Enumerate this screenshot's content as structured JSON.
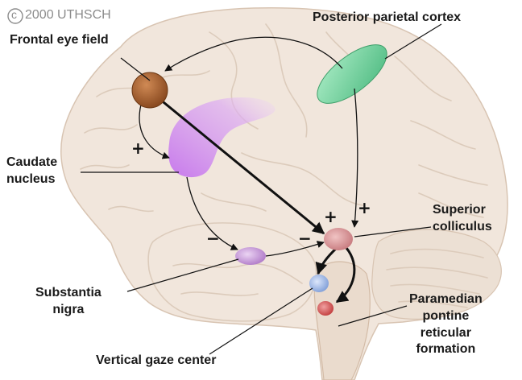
{
  "copyright": {
    "symbol": "c",
    "text": "2000 UTHSCH"
  },
  "labels": {
    "frontal_eye_field": "Frontal eye field",
    "posterior_parietal_cortex": "Posterior parietal cortex",
    "caudate_nucleus_line1": "Caudate",
    "caudate_nucleus_line2": "nucleus",
    "superior_colliculus_line1": "Superior",
    "superior_colliculus_line2": "colliculus",
    "substantia_nigra_line1": "Substantia",
    "substantia_nigra_line2": "nigra",
    "vertical_gaze_center": "Vertical gaze center",
    "pprf_line1": "Paramedian",
    "pprf_line2": "pontine",
    "pprf_line3": "reticular",
    "pprf_line4": "formation"
  },
  "signs": {
    "fef_to_caudate": "+",
    "fef_to_sc": "+",
    "ppc_to_sc": "+",
    "caudate_to_snr": "−",
    "snr_to_sc": "−"
  },
  "colors": {
    "brain_fill": "#f1e6dc",
    "brain_fold": "#dccbbb",
    "frontal_eye_field": "#a05a2c",
    "posterior_parietal_cortex": "#6fcf97",
    "caudate_nucleus": "#cc88ee",
    "substantia_nigra": "#c39ad6",
    "superior_colliculus": "#d58f92",
    "vertical_gaze_center": "#8faee0",
    "pprf": "#cc4a4a"
  }
}
